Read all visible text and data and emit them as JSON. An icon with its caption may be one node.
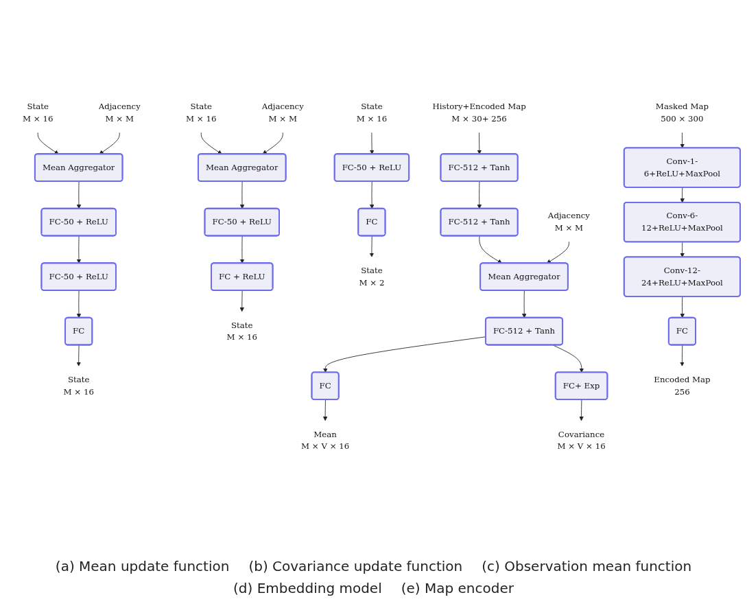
{
  "diagram": {
    "nodes": [
      {
        "text": [
          "State",
          "M × 16"
        ]
      },
      {
        "text": [
          "Adjacency",
          "M × M"
        ]
      },
      {
        "text": [
          "Mean Aggregator"
        ]
      },
      {
        "text": [
          "FC-50 + ReLU"
        ]
      },
      {
        "text": [
          "FC-50 + ReLU"
        ]
      },
      {
        "text": [
          "FC"
        ]
      },
      {
        "text": [
          "State",
          "M × 16"
        ]
      },
      {
        "text": [
          "State",
          "M × 16"
        ]
      },
      {
        "text": [
          "Adjacency",
          "M × M"
        ]
      },
      {
        "text": [
          "Mean Aggregator"
        ]
      },
      {
        "text": [
          "FC-50 + ReLU"
        ]
      },
      {
        "text": [
          "FC + ReLU"
        ]
      },
      {
        "text": [
          "State",
          "M × 16"
        ]
      },
      {
        "text": [
          "State",
          "M × 16"
        ]
      },
      {
        "text": [
          "FC-50 + ReLU"
        ]
      },
      {
        "text": [
          "FC"
        ]
      },
      {
        "text": [
          "State",
          "M × 2"
        ]
      },
      {
        "text": [
          "History+Encoded Map",
          "M × 30+ 256"
        ]
      },
      {
        "text": [
          "Adjacency",
          "M × M"
        ]
      },
      {
        "text": [
          "FC-512 + Tanh"
        ]
      },
      {
        "text": [
          "FC-512 + Tanh"
        ]
      },
      {
        "text": [
          "Mean Aggregator"
        ]
      },
      {
        "text": [
          "FC-512 + Tanh"
        ]
      },
      {
        "text": [
          "FC"
        ]
      },
      {
        "text": [
          "FC+ Exp"
        ]
      },
      {
        "text": [
          "Mean",
          "M × V × 16"
        ]
      },
      {
        "text": [
          "Covariance",
          "M × V × 16"
        ]
      },
      {
        "text": [
          "Masked Map",
          "500 × 300"
        ]
      },
      {
        "text": [
          "Conv-1-6+ReLU+MaxPool"
        ]
      },
      {
        "text": [
          "Conv-6-12+ReLU+MaxPool"
        ]
      },
      {
        "text": [
          "Conv-12-24+ReLU+MaxPool"
        ]
      },
      {
        "text": [
          "FC"
        ]
      },
      {
        "text": [
          "Encoded Map",
          "256"
        ]
      }
    ],
    "edges": [
      {
        "from": 0,
        "to": 2,
        "arrow": "to"
      },
      {
        "from": 1,
        "to": 2,
        "arrow": "to"
      },
      {
        "from": 2,
        "to": 3,
        "arrow": "to"
      },
      {
        "from": 3,
        "to": 4,
        "arrow": "to"
      },
      {
        "from": 4,
        "to": 5,
        "arrow": "to"
      },
      {
        "from": 5,
        "to": 6,
        "arrow": "to"
      },
      {
        "from": 7,
        "to": 9,
        "arrow": "to"
      },
      {
        "from": 8,
        "to": 9,
        "arrow": "to"
      },
      {
        "from": 9,
        "to": 10,
        "arrow": "to"
      },
      {
        "from": 10,
        "to": 11,
        "arrow": "to"
      },
      {
        "from": 11,
        "to": 12,
        "arrow": "to"
      },
      {
        "from": 13,
        "to": 14,
        "arrow": "to"
      },
      {
        "from": 14,
        "to": 15,
        "arrow": "to"
      },
      {
        "from": 15,
        "to": 16,
        "arrow": "to"
      },
      {
        "from": 17,
        "to": 19,
        "arrow": "to"
      },
      {
        "from": 19,
        "to": 20,
        "arrow": "to"
      },
      {
        "from": 20,
        "to": 21,
        "arrow": "to"
      },
      {
        "from": 18,
        "to": 21,
        "arrow": "to"
      },
      {
        "from": 21,
        "to": 22,
        "arrow": "to"
      },
      {
        "from": 22,
        "to": 23,
        "arrow": "to"
      },
      {
        "from": 22,
        "to": 24,
        "arrow": "to"
      },
      {
        "from": 23,
        "to": 25,
        "arrow": "to"
      },
      {
        "from": 24,
        "to": 26,
        "arrow": "to"
      },
      {
        "from": 27,
        "to": 28,
        "arrow": "to"
      },
      {
        "from": 28,
        "to": 29,
        "arrow": "to"
      },
      {
        "from": 29,
        "to": 30,
        "arrow": "to"
      },
      {
        "from": 30,
        "to": 31,
        "arrow": "to"
      },
      {
        "from": 31,
        "to": 32,
        "arrow": "to"
      }
    ],
    "labels": [
      "(a) Mean update function",
      "(b) Covariance update function",
      "(c) Observation mean function",
      "(d) Embedding model",
      "(e) Map encoder"
    ]
  }
}
